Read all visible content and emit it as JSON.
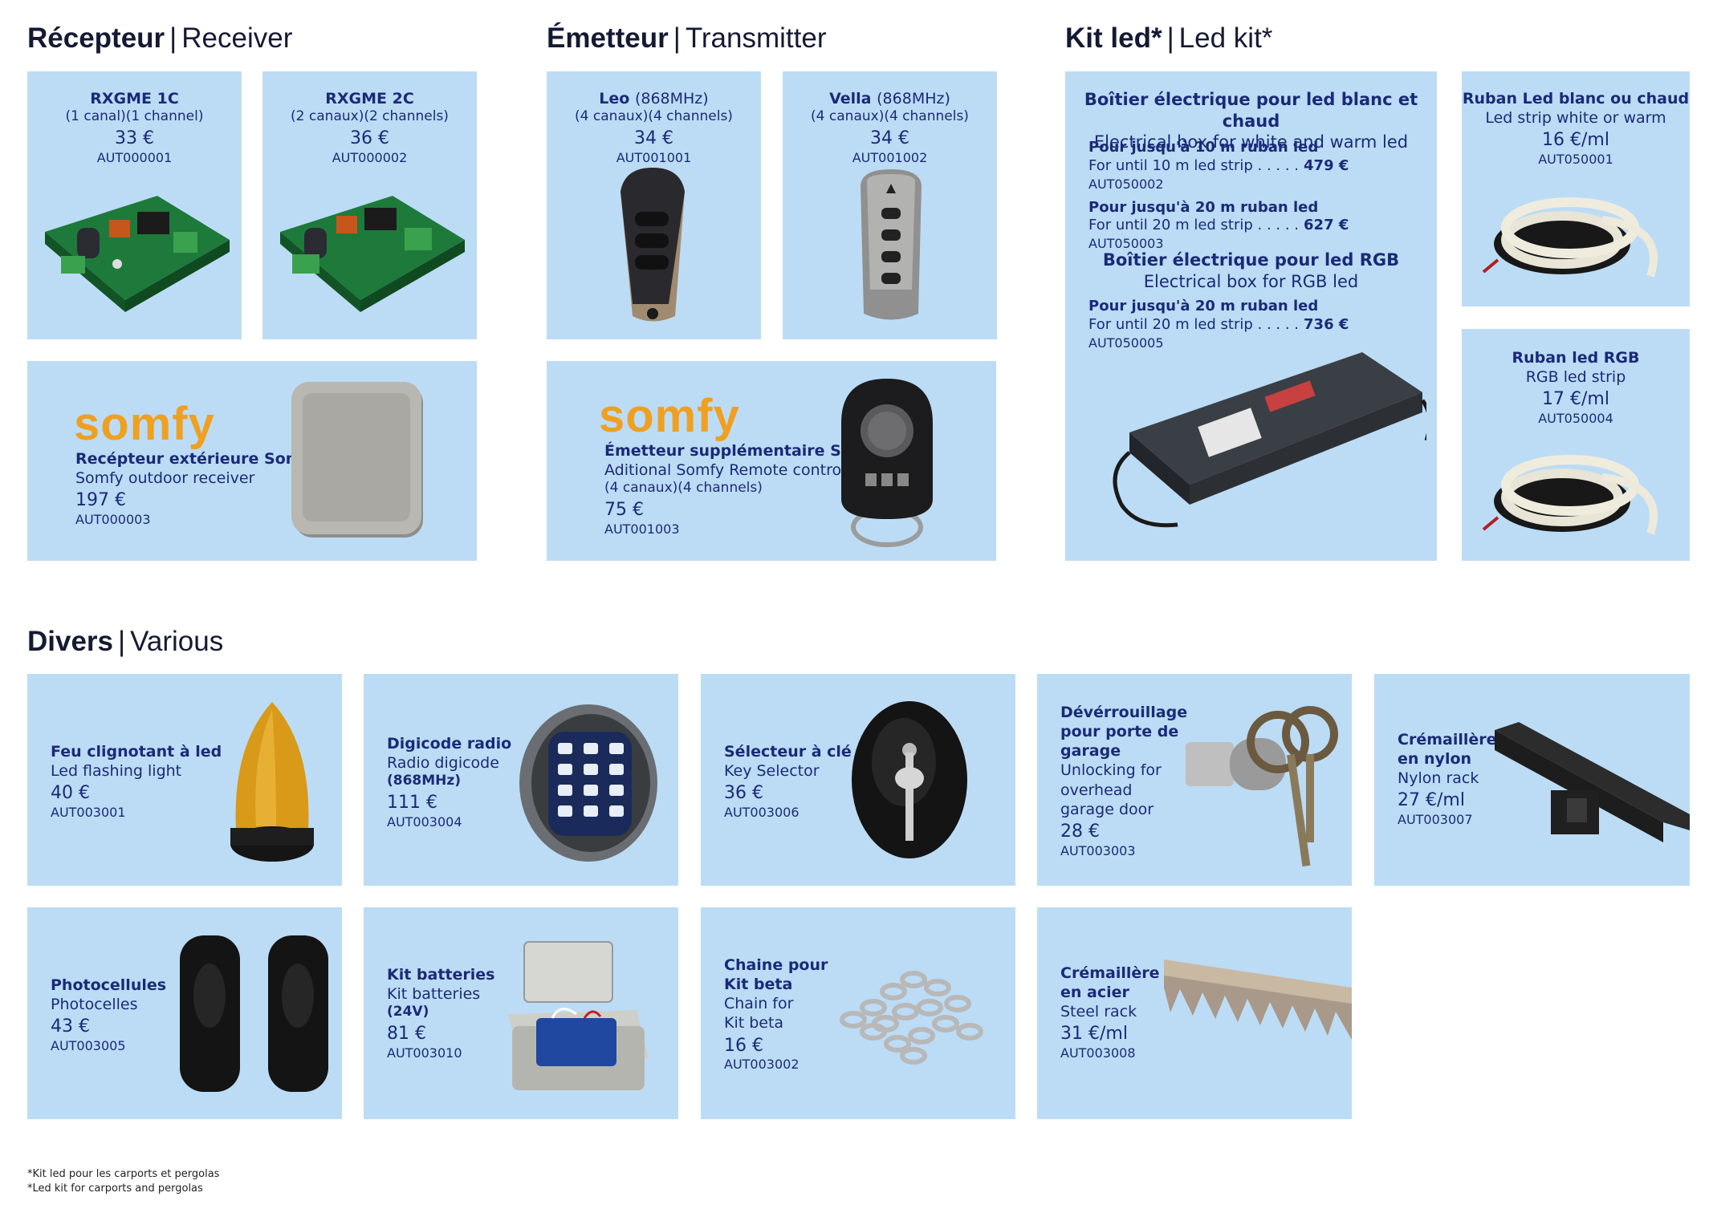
{
  "sections": {
    "receiver": {
      "fr": "Récepteur",
      "sep": "|",
      "en": "Receiver"
    },
    "transmitter": {
      "fr": "Émetteur",
      "sep": "|",
      "en": "Transmitter"
    },
    "led": {
      "fr": "Kit led*",
      "sep": "|",
      "en": "Led kit*"
    },
    "various": {
      "fr": "Divers",
      "sep": "|",
      "en": "Various"
    }
  },
  "receiver": {
    "rx1": {
      "name": "RXGME 1C",
      "spec": "(1 canal)(1 channel)",
      "price": "33 €",
      "ref": "AUT000001"
    },
    "rx2": {
      "name": "RXGME 2C",
      "spec": "(2 canaux)(2 channels)",
      "price": "36 €",
      "ref": "AUT000002"
    },
    "somfy": {
      "logo": "somfy",
      "name": "Recépteur extérieure Somfy",
      "en": "Somfy outdoor receiver",
      "price": "197 €",
      "ref": "AUT000003"
    }
  },
  "transmitter": {
    "leo": {
      "name": "Leo",
      "freq": "(868MHz)",
      "spec": "(4 canaux)(4 channels)",
      "price": "34 €",
      "ref": "AUT001001"
    },
    "vella": {
      "name": "Vella",
      "freq": "(868MHz)",
      "spec": "(4 canaux)(4 channels)",
      "price": "34 €",
      "ref": "AUT001002"
    },
    "somfy": {
      "logo": "somfy",
      "name": "Émetteur supplémentaire Somfy",
      "en": "Aditional Somfy Remote control",
      "spec": "(4 canaux)(4 channels)",
      "price": "75 €",
      "ref": "AUT001003"
    }
  },
  "led": {
    "box_white": {
      "title_fr": "Boîtier électrique pour led blanc et chaud",
      "title_en": "Electrical box for white and warm led",
      "lines": [
        {
          "fr": "Pour jusqu'à 10 m ruban led",
          "en": "For until 10 m led strip . . . . .",
          "price": "479 €",
          "ref": "AUT050002"
        },
        {
          "fr": "Pour jusqu'à 20 m ruban led",
          "en": "For until 20 m led strip . . . . .",
          "price": "627 €",
          "ref": "AUT050003"
        }
      ]
    },
    "box_rgb": {
      "title_fr": "Boîtier électrique pour led RGB",
      "title_en": "Electrical box for RGB led",
      "lines": [
        {
          "fr": "Pour jusqu'à 20 m ruban led",
          "en": "For until 20 m led strip . . . . .",
          "price": "736 €",
          "ref": "AUT050005"
        }
      ]
    },
    "strip_white": {
      "name": "Ruban Led blanc ou chaud",
      "en": "Led strip white or warm",
      "price": "16 €/ml",
      "ref": "AUT050001"
    },
    "strip_rgb": {
      "name": "Ruban led RGB",
      "en": "RGB led strip",
      "price": "17 €/ml",
      "ref": "AUT050004"
    }
  },
  "various": {
    "flash": {
      "name": "Feu clignotant à led",
      "en": "Led flashing light",
      "price": "40 €",
      "ref": "AUT003001"
    },
    "digicode": {
      "name": "Digicode radio",
      "en": "Radio digicode",
      "spec": "(868MHz)",
      "price": "111 €",
      "ref": "AUT003004"
    },
    "key": {
      "name": "Sélecteur à clé",
      "en": "Key Selector",
      "price": "36 €",
      "ref": "AUT003006"
    },
    "unlock": {
      "name": [
        "Dévérrouillage",
        "pour porte de",
        "garage"
      ],
      "en": [
        "Unlocking for",
        "overhead",
        "garage door"
      ],
      "price": "28 €",
      "ref": "AUT003003"
    },
    "nylon": {
      "name": [
        "Crémaillère",
        "en nylon"
      ],
      "en": "Nylon rack",
      "price": "27 €/ml",
      "ref": "AUT003007"
    },
    "photo": {
      "name": "Photocellules",
      "en": "Photocelles",
      "price": "43 €",
      "ref": "AUT003005"
    },
    "battery": {
      "name": "Kit batteries",
      "en": "Kit batteries",
      "spec": "(24V)",
      "price": "81 €",
      "ref": "AUT003010"
    },
    "chain": {
      "name": [
        "Chaine pour",
        "Kit beta"
      ],
      "en": [
        "Chain for",
        "Kit beta"
      ],
      "price": "16 €",
      "ref": "AUT003002"
    },
    "steel": {
      "name": [
        "Crémaillère",
        "en acier"
      ],
      "en": "Steel rack",
      "price": "31 €/ml",
      "ref": "AUT003008"
    }
  },
  "footnote": {
    "fr": "*Kit led pour les carports et pergolas",
    "en": "*Led kit for carports and pergolas"
  }
}
